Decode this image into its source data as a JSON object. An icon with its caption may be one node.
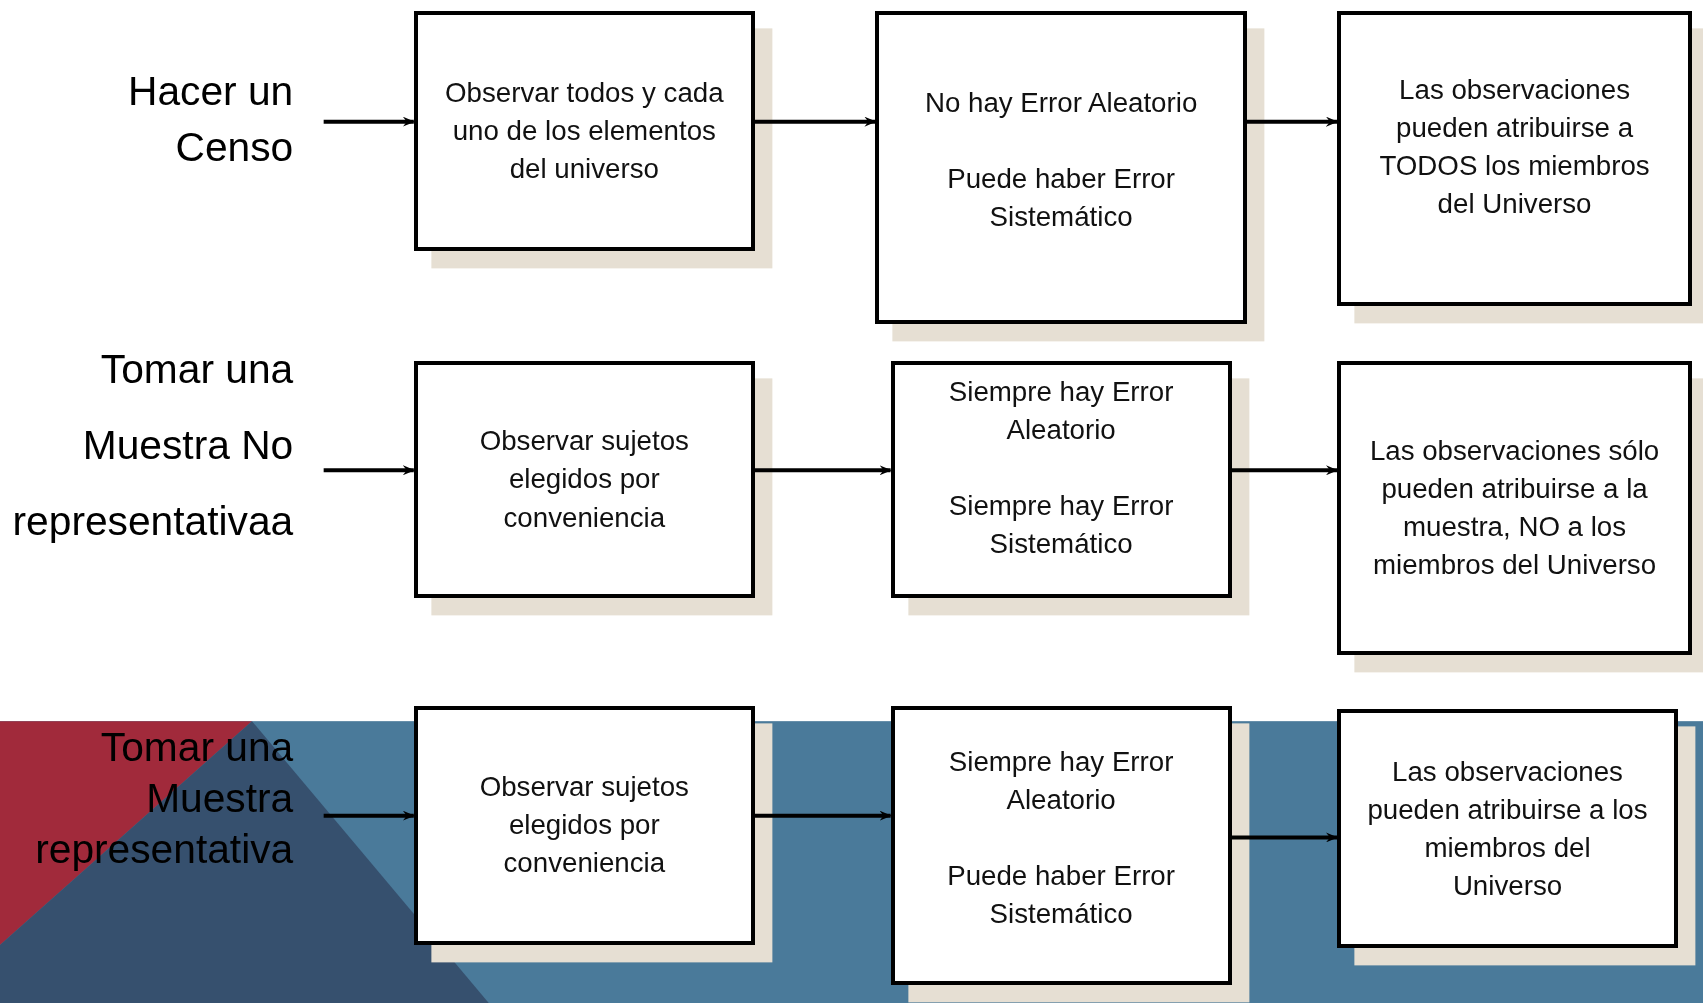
{
  "diagram": {
    "nodes": [
      {
        "text": [
          "Hacer un Censo"
        ]
      },
      {
        "text": [
          "Observar todos y cada uno de los elementos del universo"
        ]
      },
      {
        "text": [
          "No hay Error Aleatorio",
          "Puede haber Error Sistemático"
        ]
      },
      {
        "text": [
          "Las observaciones pueden atribuirse a TODOS los miembros del Universo"
        ]
      },
      {
        "text": [
          "Tomar una Muestra No representativaa"
        ]
      },
      {
        "text": [
          "Observar sujetos elegidos por conveniencia"
        ]
      },
      {
        "text": [
          "Siempre hay Error Aleatorio",
          "Siempre hay Error Sistemático"
        ]
      },
      {
        "text": [
          "Las observaciones sólo pueden atribuirse a la muestra, NO a los miembros del Universo"
        ]
      },
      {
        "text": [
          "Tomar una Muestra representativa"
        ]
      },
      {
        "text": [
          "Observar sujetos elegidos por conveniencia"
        ]
      },
      {
        "text": [
          "Siempre hay Error Aleatorio",
          "Puede haber Error Sistemático"
        ]
      },
      {
        "text": [
          "Las observaciones pueden atribuirse a los miembros del Universo"
        ]
      }
    ],
    "edges": [
      {
        "from": 0,
        "to": 1,
        "arrow": "to"
      },
      {
        "from": 1,
        "to": 2,
        "arrow": "to"
      },
      {
        "from": 2,
        "to": 3,
        "arrow": "to"
      },
      {
        "from": 4,
        "to": 5,
        "arrow": "to"
      },
      {
        "from": 5,
        "to": 6,
        "arrow": "to"
      },
      {
        "from": 6,
        "to": 7,
        "arrow": "to"
      },
      {
        "from": 8,
        "to": 9,
        "arrow": "to"
      },
      {
        "from": 9,
        "to": 10,
        "arrow": "to"
      },
      {
        "from": 10,
        "to": 11,
        "arrow": "to"
      }
    ]
  }
}
